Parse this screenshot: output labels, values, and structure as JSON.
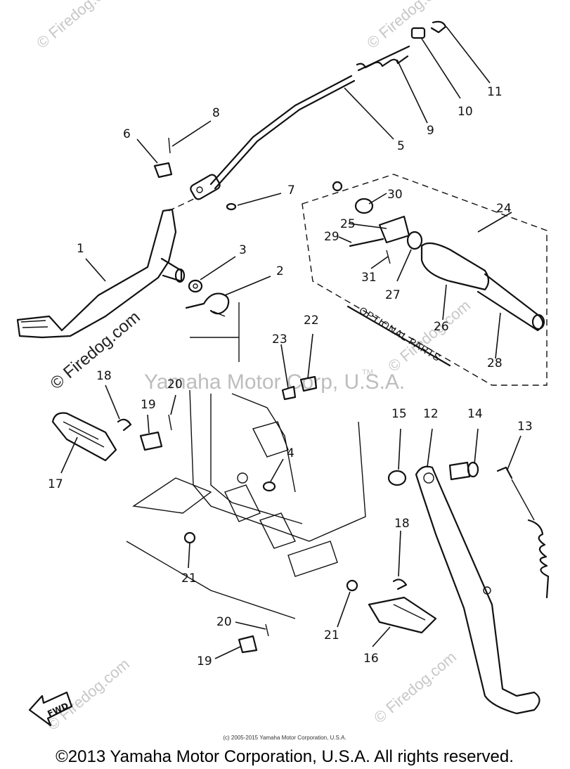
{
  "watermarks": {
    "site": "© Firedog.com",
    "center": "Yamaha Motor Corp, U.S.A.",
    "trademark": "TM"
  },
  "labels": {
    "optional_parts": "OPTIONAL PARTS",
    "fwd": "FWD"
  },
  "callouts": [
    "1",
    "2",
    "3",
    "4",
    "5",
    "6",
    "7",
    "8",
    "9",
    "10",
    "11",
    "12",
    "13",
    "14",
    "15",
    "16",
    "17",
    "18",
    "18",
    "19",
    "19",
    "20",
    "20",
    "21",
    "21",
    "22",
    "23",
    "24",
    "25",
    "26",
    "27",
    "28",
    "29",
    "30",
    "31"
  ],
  "footer": {
    "small_copyright": "(c) 2005-2015 Yamaha Motor Corporation, U.S.A.",
    "copyright": "©2013 Yamaha Motor Corporation, U.S.A. All rights reserved."
  }
}
